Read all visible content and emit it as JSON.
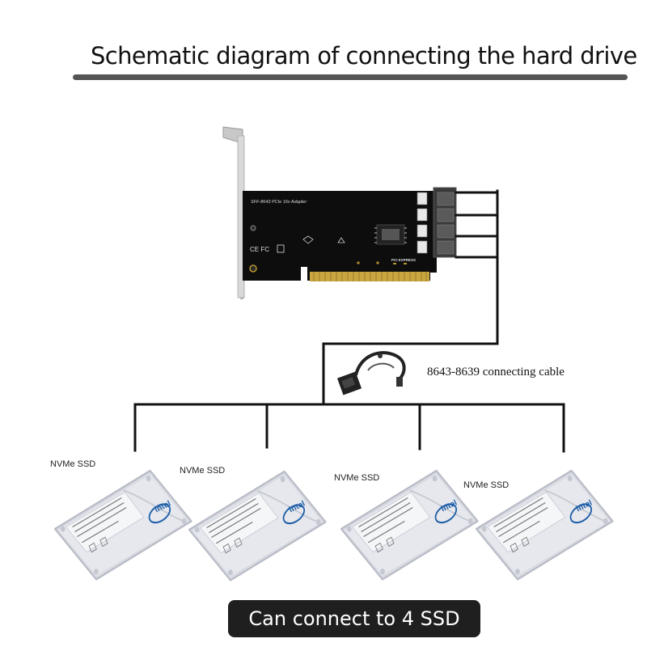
{
  "title": "Schematic diagram of connecting the hard drive",
  "card": {
    "board_text": "SFF-8643 PCIe 16x Adapter",
    "cert_marks": "CE FC",
    "pcie_logo": "PCI EXPRESS"
  },
  "cable_label": "8643-8639 connecting cable",
  "ssds": [
    {
      "label": "NVMe SSD",
      "brand": "intel"
    },
    {
      "label": "NVMe SSD",
      "brand": "intel"
    },
    {
      "label": "NVMe SSD",
      "brand": "intel"
    },
    {
      "label": "NVMe SSD",
      "brand": "intel"
    }
  ],
  "footer": "Can connect to 4 SSD",
  "colors": {
    "pcb": "#0d0d0d",
    "gold_fingers": "#c9a640",
    "lines": "#111111",
    "ssd_body": "#d9dbe3",
    "footer_bg": "#1f1f1f"
  }
}
